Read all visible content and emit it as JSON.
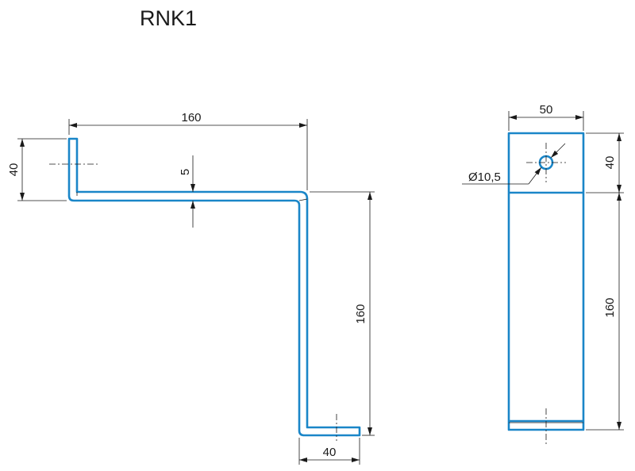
{
  "title": "RNK1",
  "side_view": {
    "dims": {
      "top_length": "160",
      "flange_height": "40",
      "thickness": "5",
      "vertical_length": "160",
      "foot_length": "40"
    }
  },
  "front_view": {
    "dims": {
      "width": "50",
      "hole_diameter": "Ø10,5",
      "top_height": "40",
      "lower_height": "160"
    }
  },
  "colors": {
    "part_outline": "#1a86c8",
    "dimension_lines": "#1a1a1a"
  }
}
